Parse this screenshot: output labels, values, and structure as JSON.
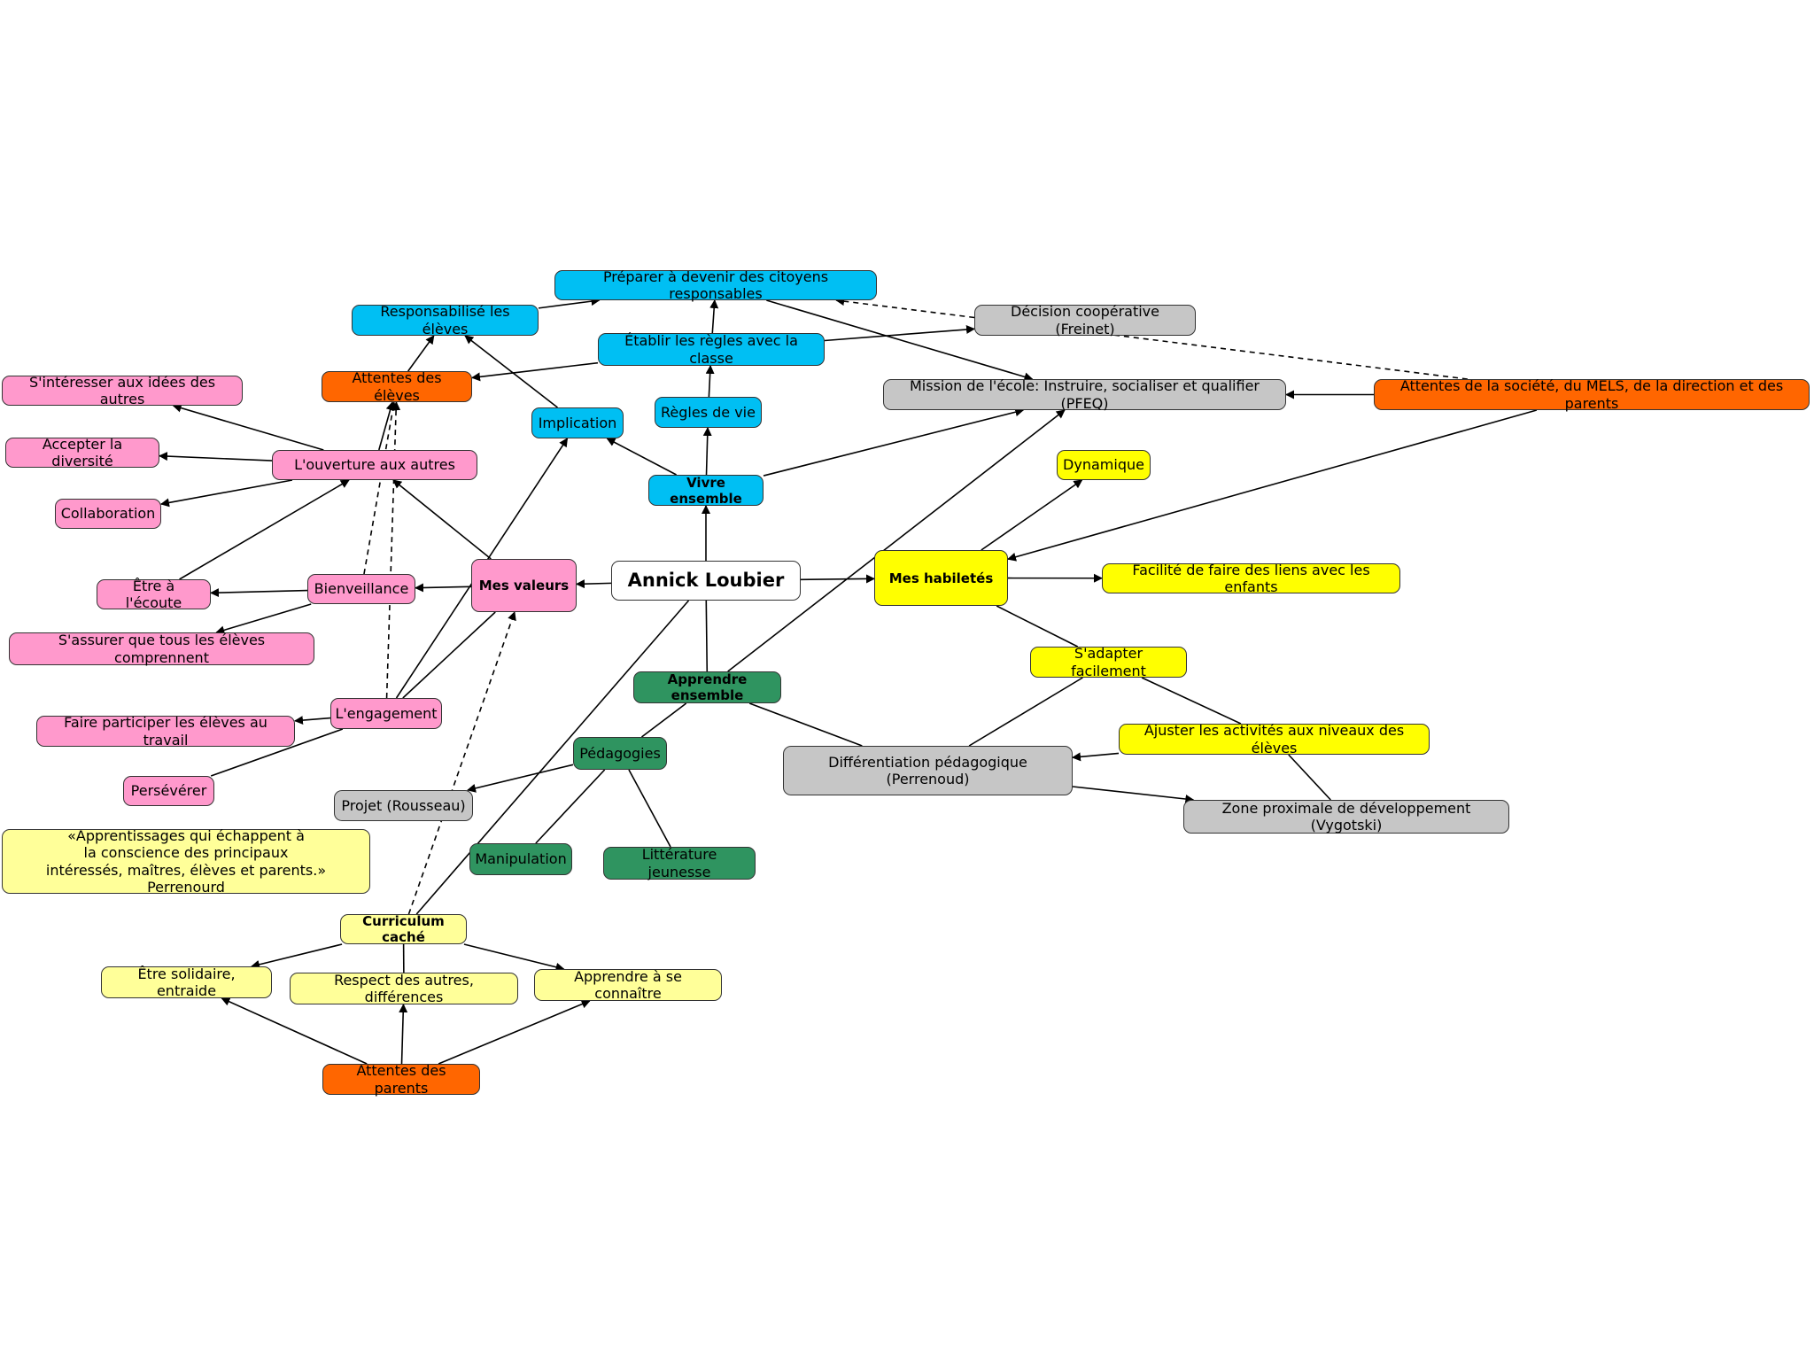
{
  "map": {
    "nodes": [
      {
        "id": "center",
        "text": "Annick Loubier",
        "style": "center"
      },
      {
        "id": "preparer",
        "text": "Préparer à devenir des citoyens responsables",
        "style": "blue"
      },
      {
        "id": "responsabilise",
        "text": "Responsabilisé les élèves",
        "style": "blue"
      },
      {
        "id": "etablir",
        "text": "Établir les règles avec la classe",
        "style": "blue"
      },
      {
        "id": "decision",
        "text": "Décision coopérative (Freinet)",
        "style": "grey"
      },
      {
        "id": "attentes_eleves",
        "text": "Attentes des élèves",
        "style": "orange"
      },
      {
        "id": "mission",
        "text": "Mission de l'école: Instruire, socialiser et qualifier (PFEQ)",
        "style": "grey"
      },
      {
        "id": "attentes_societe",
        "text": "Attentes de la société, du MELS, de la direction et des parents",
        "style": "orange"
      },
      {
        "id": "interesser",
        "text": "S'intéresser aux idées des autres",
        "style": "pink"
      },
      {
        "id": "implication",
        "text": "Implication",
        "style": "blue"
      },
      {
        "id": "regles",
        "text": "Règles de vie",
        "style": "blue"
      },
      {
        "id": "diversite",
        "text": "Accepter la diversité",
        "style": "pink"
      },
      {
        "id": "ouverture",
        "text": "L'ouverture aux autres",
        "style": "pink"
      },
      {
        "id": "dynamique",
        "text": "Dynamique",
        "style": "yellow"
      },
      {
        "id": "collaboration",
        "text": "Collaboration",
        "style": "pink"
      },
      {
        "id": "vivre",
        "text": "Vivre ensemble",
        "style": "blue",
        "bold": true
      },
      {
        "id": "ecoute",
        "text": "Être à l'écoute",
        "style": "pink"
      },
      {
        "id": "bienveillance",
        "text": "Bienveillance",
        "style": "pink"
      },
      {
        "id": "valeurs",
        "text": "Mes valeurs",
        "style": "pink",
        "bold": true
      },
      {
        "id": "habiletes",
        "text": "Mes habiletés",
        "style": "yellow",
        "bold": true
      },
      {
        "id": "facilite",
        "text": "Facilité de faire des liens avec les enfants",
        "style": "yellow"
      },
      {
        "id": "assurer",
        "text": "S'assurer que tous les élèves comprennent",
        "style": "pink"
      },
      {
        "id": "adapter",
        "text": "S'adapter facilement",
        "style": "yellow"
      },
      {
        "id": "apprendre",
        "text": "Apprendre ensemble",
        "style": "green",
        "bold": true
      },
      {
        "id": "engagement",
        "text": "L'engagement",
        "style": "pink"
      },
      {
        "id": "participer",
        "text": "Faire participer les élèves au travail",
        "style": "pink"
      },
      {
        "id": "ajuster",
        "text": "Ajuster les activités aux niveaux des élèves",
        "style": "yellow"
      },
      {
        "id": "pedagogies",
        "text": "Pédagogies",
        "style": "green"
      },
      {
        "id": "differenciation",
        "text": "Différentiation pédagogique (Perrenoud)",
        "style": "grey"
      },
      {
        "id": "perseverer",
        "text": "Persévérer",
        "style": "pink"
      },
      {
        "id": "projet",
        "text": "Projet (Rousseau)",
        "style": "grey"
      },
      {
        "id": "zone",
        "text": "Zone proximale de développement (Vygotski)",
        "style": "grey"
      },
      {
        "id": "quote",
        "text": "«Apprentissages qui échappent à\nla conscience des principaux\nintéressés, maîtres, élèves et parents.» Perrenourd",
        "style": "lyellow"
      },
      {
        "id": "manipulation",
        "text": "Manipulation",
        "style": "green"
      },
      {
        "id": "litterature",
        "text": "Littérature jeunesse",
        "style": "green"
      },
      {
        "id": "curriculum",
        "text": "Curriculum caché",
        "style": "lyellow",
        "bold": true
      },
      {
        "id": "solidaire",
        "text": "Être solidaire, entraide",
        "style": "lyellow"
      },
      {
        "id": "respect",
        "text": "Respect des autres, différences",
        "style": "lyellow"
      },
      {
        "id": "connaitre",
        "text": "Apprendre à se connaître",
        "style": "lyellow"
      },
      {
        "id": "attentes_parents",
        "text": "Attentes des parents",
        "style": "orange"
      }
    ],
    "edges": [
      {
        "from": "center",
        "to": "vivre",
        "arrow": true
      },
      {
        "from": "center",
        "to": "valeurs",
        "arrow": true
      },
      {
        "from": "center",
        "to": "habiletes",
        "arrow": true
      },
      {
        "from": "center",
        "to": "apprendre",
        "arrow": false
      },
      {
        "from": "center",
        "to": "curriculum",
        "arrow": false
      },
      {
        "from": "vivre",
        "to": "regles",
        "arrow": true
      },
      {
        "from": "vivre",
        "to": "implication",
        "arrow": true
      },
      {
        "from": "vivre",
        "to": "mission",
        "arrow": true
      },
      {
        "from": "regles",
        "to": "etablir",
        "arrow": true
      },
      {
        "from": "etablir",
        "to": "preparer",
        "arrow": true
      },
      {
        "from": "etablir",
        "to": "decision",
        "arrow": true
      },
      {
        "from": "etablir",
        "to": "attentes_eleves",
        "arrow": true
      },
      {
        "from": "responsabilise",
        "to": "preparer",
        "arrow": true
      },
      {
        "from": "preparer",
        "to": "mission",
        "arrow": true
      },
      {
        "from": "implication",
        "to": "responsabilise",
        "arrow": true
      },
      {
        "from": "attentes_eleves",
        "to": "responsabilise",
        "arrow": true
      },
      {
        "from": "attentes_societe",
        "to": "mission",
        "arrow": true
      },
      {
        "from": "attentes_societe",
        "to": "preparer",
        "arrow": true,
        "dashed": true
      },
      {
        "from": "attentes_societe",
        "to": "habiletes",
        "arrow": true
      },
      {
        "from": "valeurs",
        "to": "ouverture",
        "arrow": true
      },
      {
        "from": "valeurs",
        "to": "bienveillance",
        "arrow": true
      },
      {
        "from": "valeurs",
        "to": "engagement",
        "arrow": false
      },
      {
        "from": "ouverture",
        "to": "interesser",
        "arrow": true
      },
      {
        "from": "ouverture",
        "to": "diversite",
        "arrow": true
      },
      {
        "from": "ouverture",
        "to": "collaboration",
        "arrow": true
      },
      {
        "from": "ouverture",
        "to": "attentes_eleves",
        "arrow": true
      },
      {
        "from": "ecoute",
        "to": "ouverture",
        "arrow": true
      },
      {
        "from": "bienveillance",
        "to": "ecoute",
        "arrow": true
      },
      {
        "from": "bienveillance",
        "to": "assurer",
        "arrow": true
      },
      {
        "from": "bienveillance",
        "to": "attentes_eleves",
        "arrow": true,
        "dashed": true
      },
      {
        "from": "engagement",
        "to": "attentes_eleves",
        "arrow": true,
        "dashed": true
      },
      {
        "from": "engagement",
        "to": "participer",
        "arrow": true
      },
      {
        "from": "engagement",
        "to": "perseverer",
        "arrow": false
      },
      {
        "from": "engagement",
        "to": "implication",
        "arrow": true
      },
      {
        "from": "habiletes",
        "to": "dynamique",
        "arrow": true
      },
      {
        "from": "habiletes",
        "to": "facilite",
        "arrow": true
      },
      {
        "from": "habiletes",
        "to": "adapter",
        "arrow": false
      },
      {
        "from": "adapter",
        "to": "ajuster",
        "arrow": false
      },
      {
        "from": "adapter",
        "to": "differenciation",
        "arrow": false
      },
      {
        "from": "ajuster",
        "to": "differenciation",
        "arrow": true
      },
      {
        "from": "ajuster",
        "to": "zone",
        "arrow": false
      },
      {
        "from": "differenciation",
        "to": "zone",
        "arrow": true
      },
      {
        "from": "apprendre",
        "to": "pedagogies",
        "arrow": false
      },
      {
        "from": "apprendre",
        "to": "differenciation",
        "arrow": false
      },
      {
        "from": "apprendre",
        "to": "mission",
        "arrow": true
      },
      {
        "from": "pedagogies",
        "to": "projet",
        "arrow": true
      },
      {
        "from": "pedagogies",
        "to": "manipulation",
        "arrow": false
      },
      {
        "from": "pedagogies",
        "to": "litterature",
        "arrow": false
      },
      {
        "from": "curriculum",
        "to": "valeurs",
        "arrow": true,
        "dashed": true
      },
      {
        "from": "curriculum",
        "to": "solidaire",
        "arrow": true
      },
      {
        "from": "curriculum",
        "to": "respect",
        "arrow": false
      },
      {
        "from": "curriculum",
        "to": "connaitre",
        "arrow": true
      },
      {
        "from": "attentes_parents",
        "to": "solidaire",
        "arrow": true
      },
      {
        "from": "attentes_parents",
        "to": "respect",
        "arrow": true
      },
      {
        "from": "attentes_parents",
        "to": "connaitre",
        "arrow": true
      }
    ]
  }
}
